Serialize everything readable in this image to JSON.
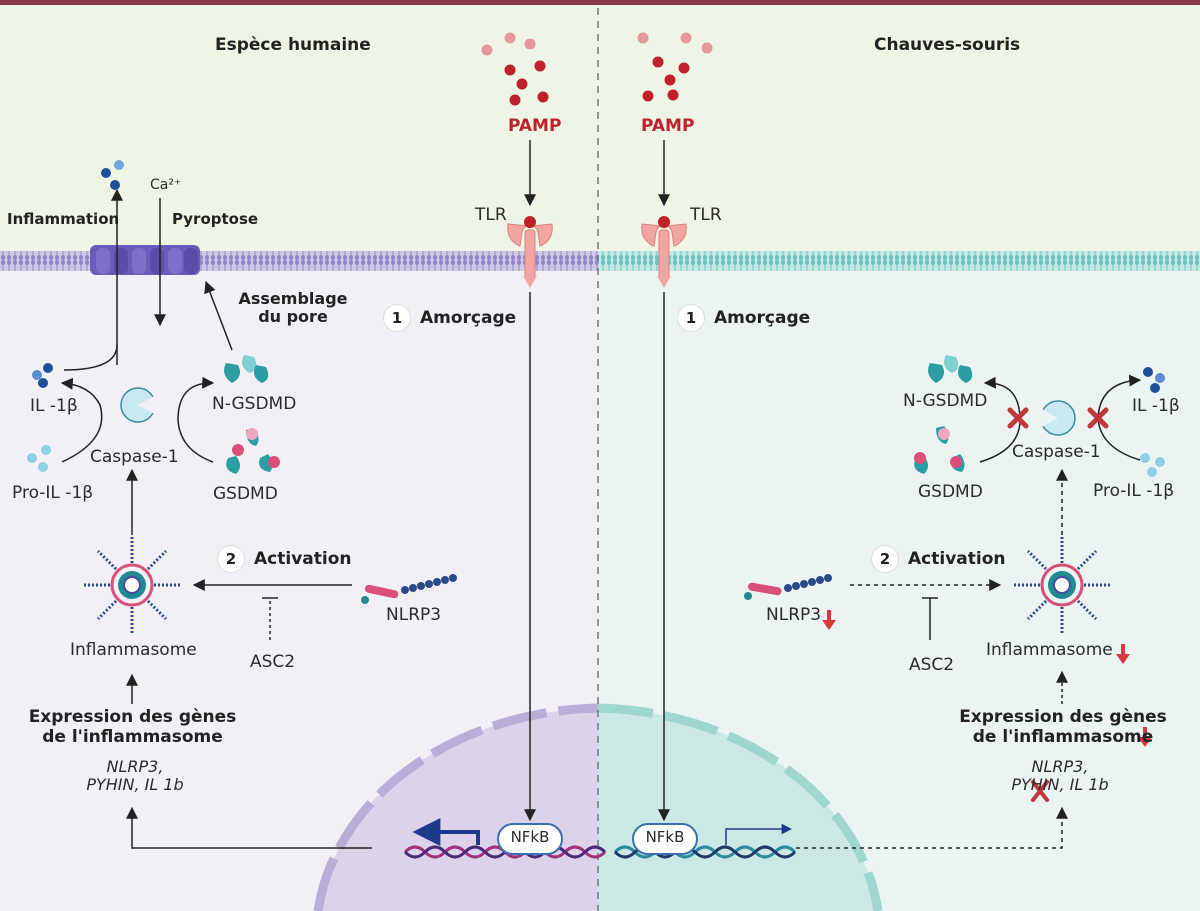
{
  "panels": {
    "left_title": "Espèce humaine",
    "right_title": "Chauves-souris"
  },
  "signal": {
    "pamp_label": "PAMP",
    "tlr_label": "TLR",
    "step1_number": "1",
    "step1_label": "Amorçage",
    "step2_number": "2",
    "step2_label": "Activation",
    "nfkb_label": "NFkB"
  },
  "human": {
    "calcium": "Ca²⁺",
    "inflammation": "Inflammation",
    "pyroptose": "Pyroptose",
    "assemblage_line1": "Assemblage",
    "assemblage_line2": "du pore",
    "il1b": "IL -1β",
    "pro_il1b": "Pro-IL -1β",
    "caspase": "Caspase-1",
    "n_gsdmd": "N-GSDMD",
    "gsdmd": "GSDMD",
    "inflammasome": "Inflammasome",
    "asc2": "ASC2",
    "nlrp3": "NLRP3",
    "expression_line1": "Expression des gènes",
    "expression_line2": "de l'inflammasome",
    "genes_line1": "NLRP3,",
    "genes_line2": "PYHIN, IL 1b"
  },
  "bat": {
    "n_gsdmd": "N-GSDMD",
    "gsdmd": "GSDMD",
    "caspase": "Caspase-1",
    "il1b": "IL -1β",
    "pro_il1b": "Pro-IL -1β",
    "nlrp3": "NLRP3",
    "asc2": "ASC2",
    "inflammasome": "Inflammasome",
    "expression_line1": "Expression des gènes",
    "expression_line2": "de l'inflammasome",
    "genes_line1": "NLRP3,",
    "genes_line2_a": "PY",
    "genes_line2_b": "HIN, IL 1b"
  },
  "colors": {
    "top_bg": "#eef5e4",
    "left_cell_bg": "#f3eff6",
    "right_cell_bg": "#ebf4f2",
    "top_border": "#8a3a4a",
    "pamp_red": "#c0202a",
    "down_arrow": "#d8383a",
    "membrane_left": "#8f86c6",
    "membrane_right": "#7fc9c4",
    "nucleus_left": "#d9cde8",
    "nucleus_right": "#c7e6e2",
    "teal": "#2a9ea4",
    "pink": "#d94f78",
    "navy": "#1f3a8a"
  },
  "icons": {
    "caspase": "pacman-shape-icon",
    "inflammasome": "starburst-complex-icon",
    "tlr": "receptor-icon",
    "dna": "double-helix-icon",
    "blocked": "red-x-icon",
    "decrease": "down-arrow-icon"
  }
}
